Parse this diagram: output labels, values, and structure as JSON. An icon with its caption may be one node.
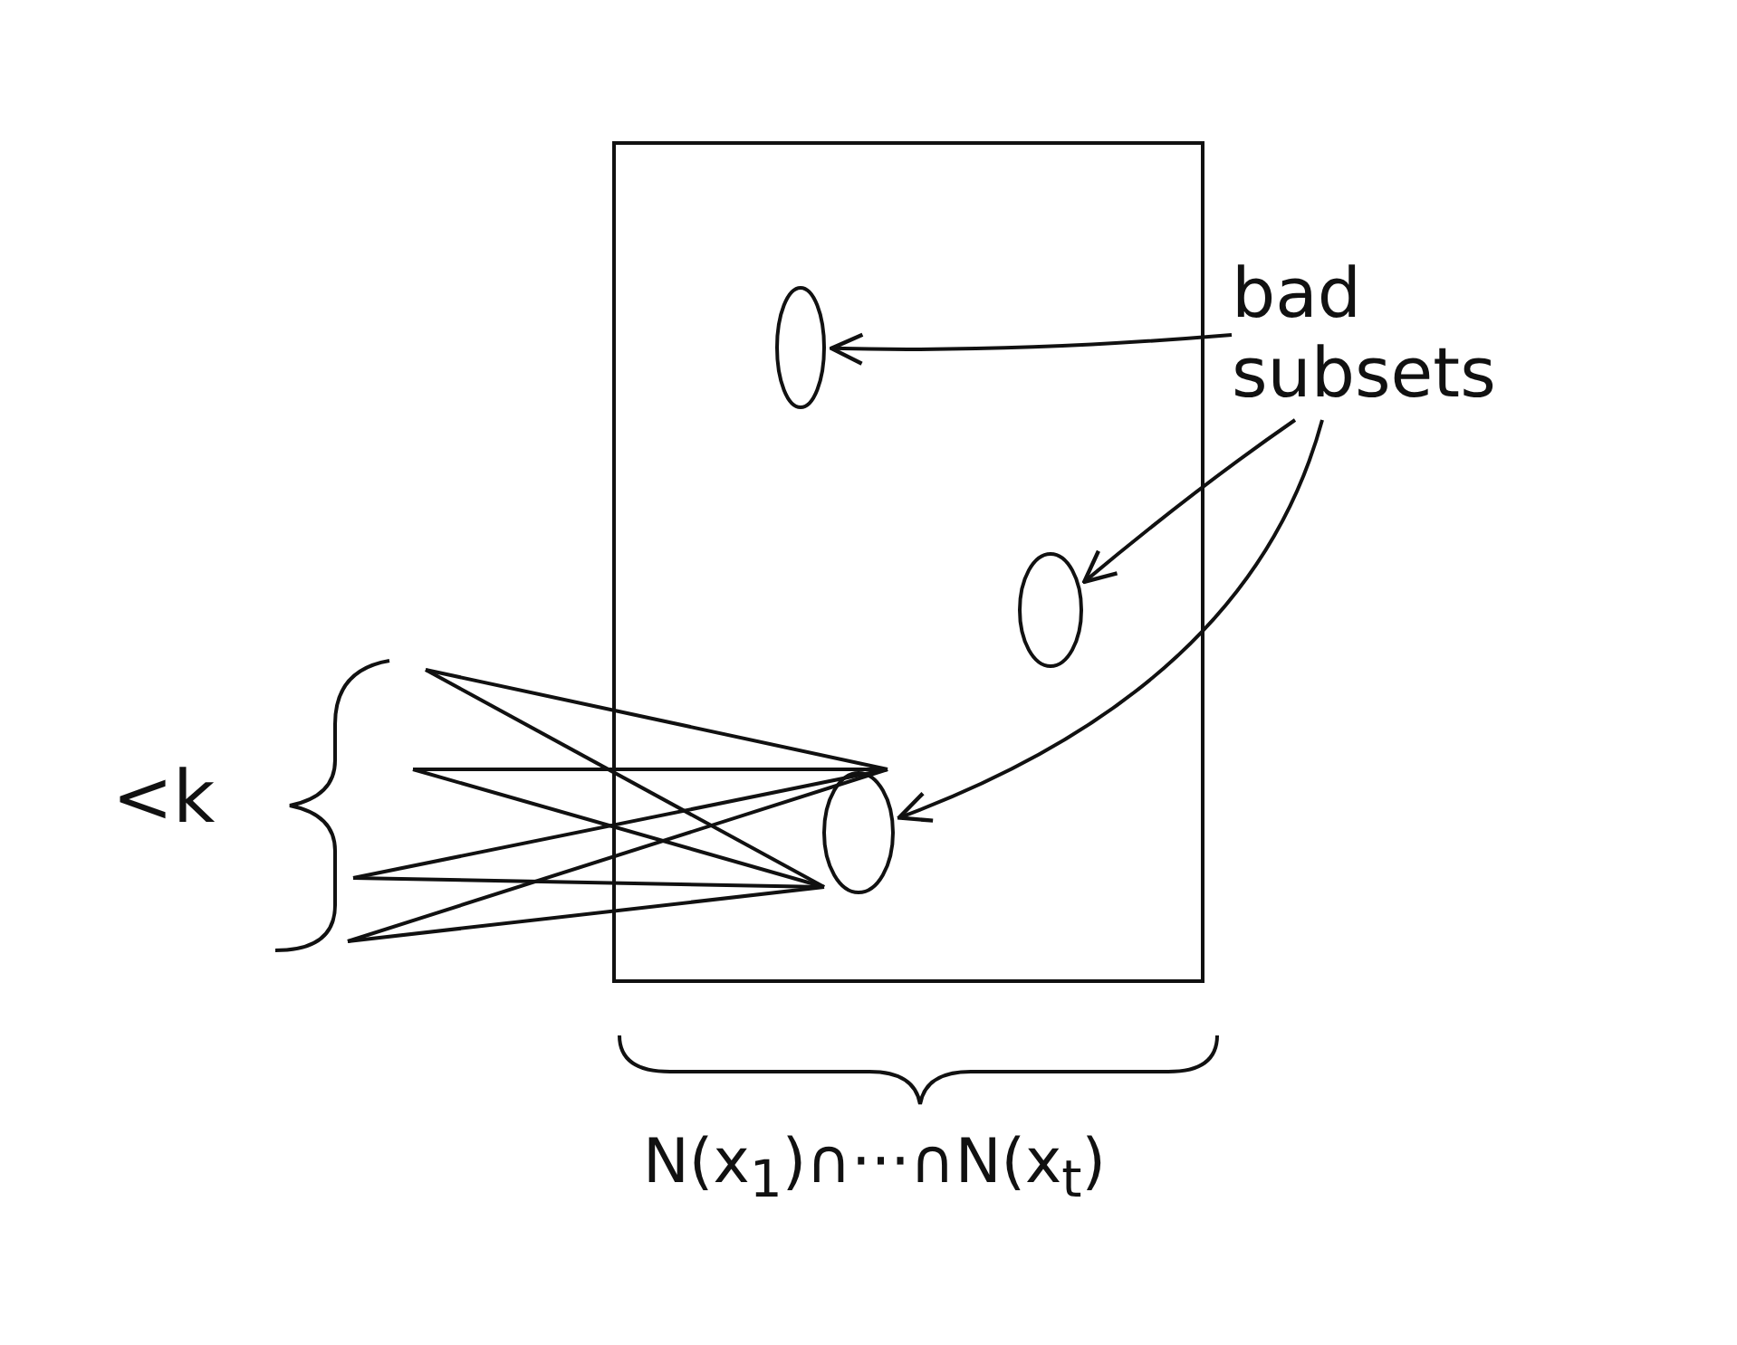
{
  "diagram": {
    "nodes": [
      {
        "text": [],
        "shape": "box"
      },
      {
        "text": [],
        "shape": "ellipse",
        "in": 0
      },
      {
        "text": [],
        "shape": "ellipse",
        "in": 0
      },
      {
        "text": [],
        "shape": "ellipse",
        "in": 0
      },
      {
        "text": [
          "bad subsets"
        ]
      }
    ],
    "edges": [
      {
        "from": 4,
        "to": 1,
        "arrow": "to"
      },
      {
        "from": 4,
        "to": 2,
        "arrow": "to"
      },
      {
        "from": 4,
        "to": 3,
        "arrow": "to"
      },
      {
        "from": null,
        "to": 3,
        "arrow": "none"
      },
      {
        "from": null,
        "to": 3,
        "arrow": "none"
      },
      {
        "from": null,
        "to": 3,
        "arrow": "none"
      },
      {
        "from": null,
        "to": 3,
        "arrow": "none"
      },
      {
        "from": null,
        "to": 3,
        "arrow": "none"
      },
      {
        "from": null,
        "to": 3,
        "arrow": "none"
      },
      {
        "from": null,
        "to": 3,
        "arrow": "none"
      },
      {
        "from": null,
        "to": 3,
        "arrow": "none"
      }
    ],
    "labels": [
      "<k",
      "N(x$_{1}$)∩···∩N(x$_{t}$)"
    ]
  }
}
